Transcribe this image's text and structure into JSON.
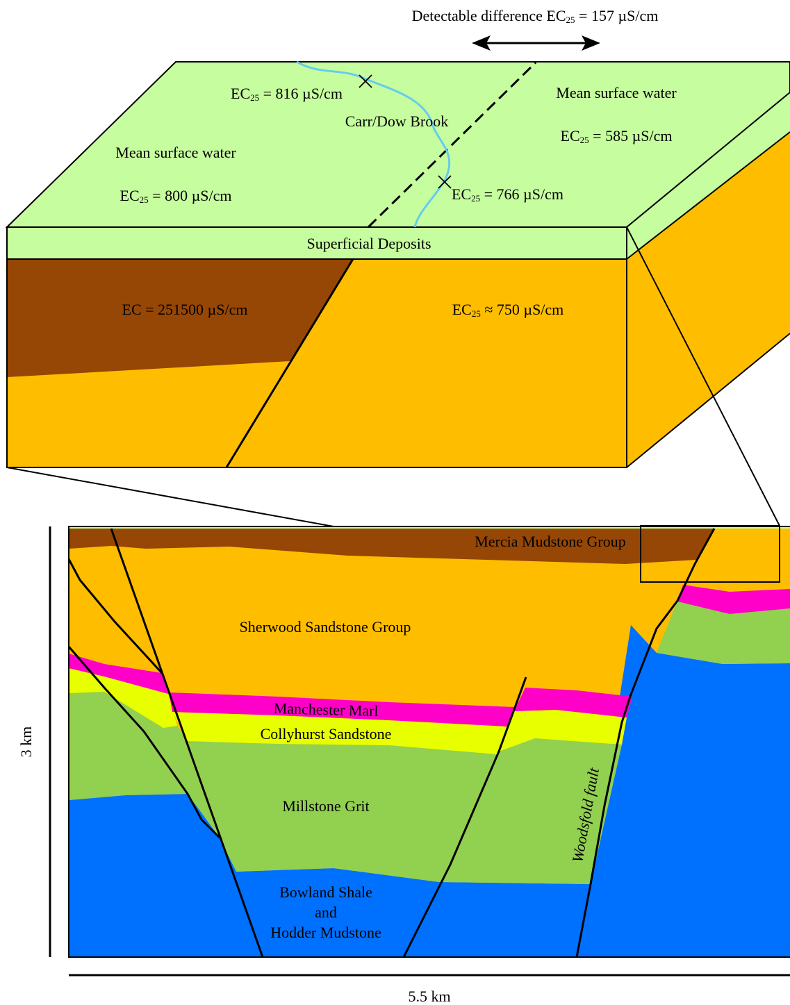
{
  "colors": {
    "superficial": "#c6fd9f",
    "mercia": "#964706",
    "sherwood": "#ffbd00",
    "manchester_marl": "#ff00c8",
    "collyhurst": "#e8ff00",
    "millstone": "#92d050",
    "bowland": "#0070ff",
    "brook": "#66ccee",
    "mercia_text": "#a0522d",
    "sherwood_text": "#ffbd00"
  },
  "top_block": {
    "detectable_diff": {
      "pre": "Detectable difference EC",
      "sub": "25",
      "post": " = 157 µS/cm"
    },
    "left_mean": {
      "title": "Mean surface water",
      "value": {
        "pre": "EC",
        "sub": "25",
        "post": " = 800 µS/cm"
      }
    },
    "right_mean": {
      "title": "Mean surface water",
      "value": {
        "pre": "EC",
        "sub": "25",
        "post": " = 585 µS/cm"
      }
    },
    "point_upstream": {
      "pre": "EC",
      "sub": "25",
      "post": " = 816 µS/cm"
    },
    "point_downstream": {
      "pre": "EC",
      "sub": "25",
      "post": " = 766 µS/cm"
    },
    "brook": "Carr/Dow Brook",
    "superficial": "Superficial Deposits",
    "mercia_ec": "EC = 251500 µS/cm",
    "sherwood_ec": {
      "pre": "EC",
      "sub": "25",
      "post": " ≈ 750 µS/cm"
    }
  },
  "cross_section": {
    "mercia": "Mercia Mudstone Group",
    "sherwood": "Sherwood Sandstone Group",
    "manchester_marl": "Manchester Marl",
    "collyhurst": "Collyhurst Sandstone",
    "millstone": "Millstone Grit",
    "bowland": [
      "Bowland Shale",
      "and",
      "Hodder Mudstone"
    ],
    "fault": "Woodsfold fault",
    "scale_vertical": "3 km",
    "scale_horizontal": "5.5 km"
  }
}
